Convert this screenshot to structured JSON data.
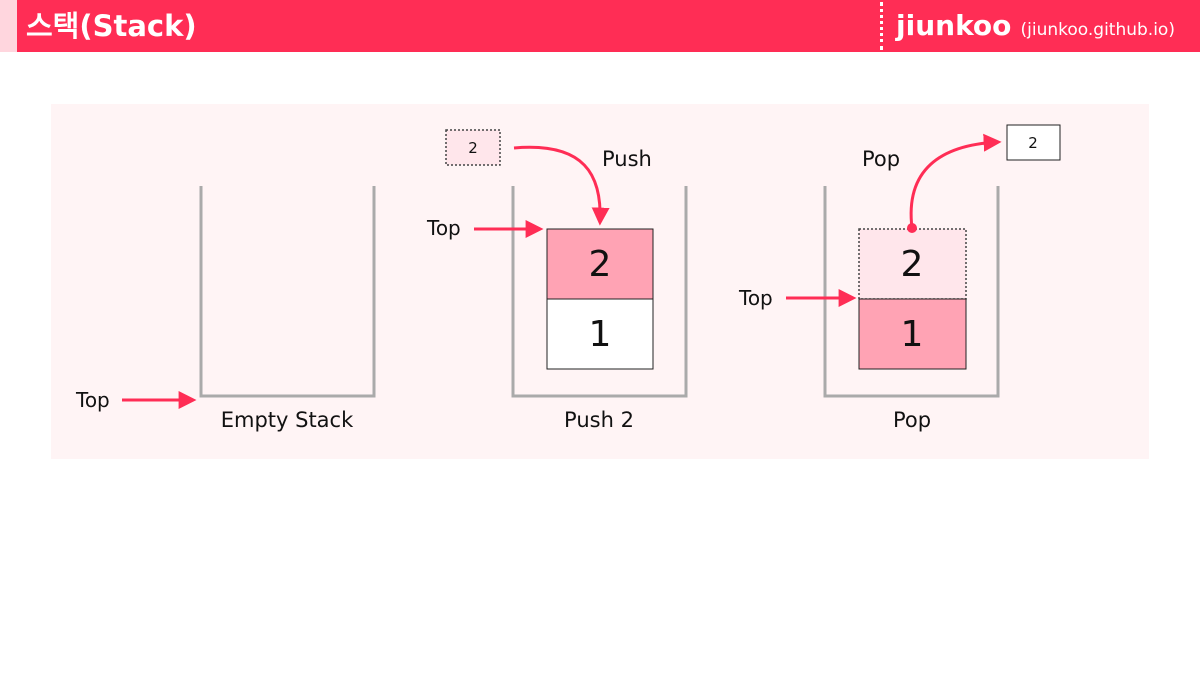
{
  "header": {
    "title": "스택(Stack)",
    "brand": "jiunkoo",
    "url": "(jiunkoo.github.io)"
  },
  "colors": {
    "accent": "#ff2d55",
    "accent_light": "#ffd6de",
    "panel_bg": "#fff4f5",
    "block_filled": "#ffa3b4",
    "block_ghost": "#ffe6eb",
    "container": "#aaaaaa"
  },
  "diagram": {
    "empty": {
      "top_label": "Top",
      "caption": "Empty Stack"
    },
    "push": {
      "incoming_value": "2",
      "action_label": "Push",
      "top_label": "Top",
      "blocks": [
        "2",
        "1"
      ],
      "caption": "Push 2"
    },
    "pop": {
      "action_label": "Pop",
      "outgoing_value": "2",
      "top_label": "Top",
      "blocks": [
        "2",
        "1"
      ],
      "caption": "Pop"
    }
  }
}
